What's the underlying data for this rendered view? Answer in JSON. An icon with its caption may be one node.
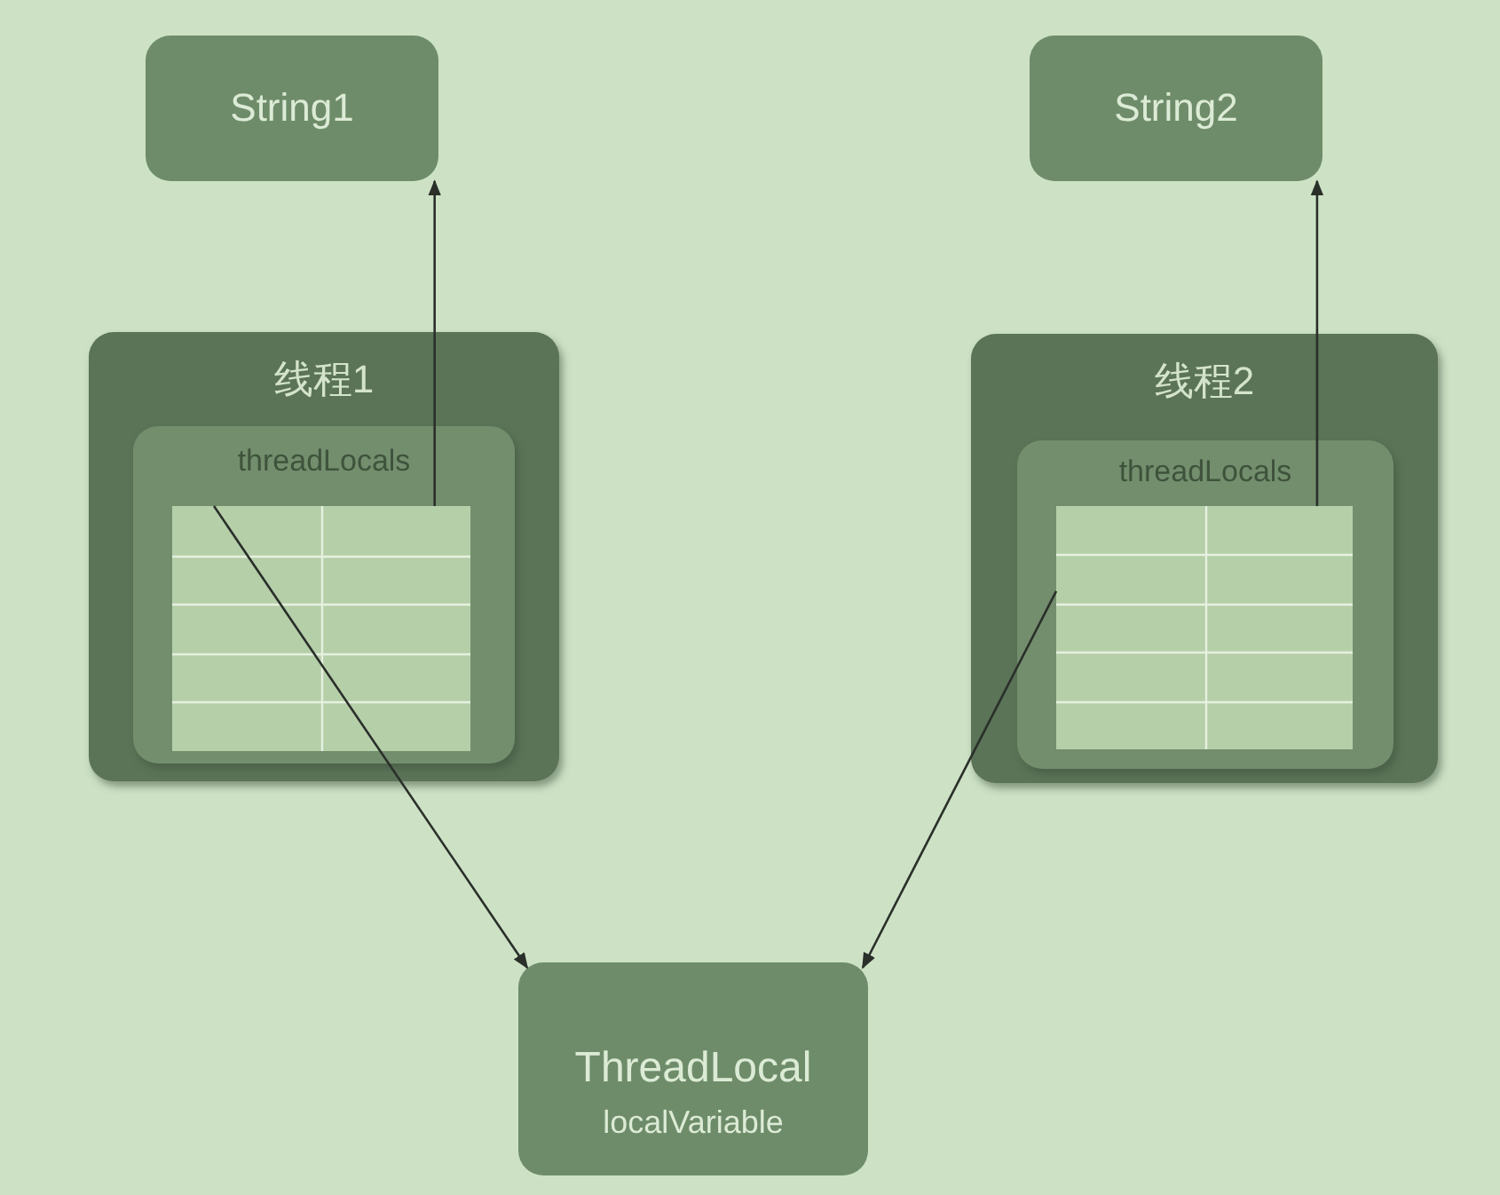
{
  "diagram": {
    "nodes": [
      {
        "text": [
          "String1"
        ]
      },
      {
        "text": [
          "String2"
        ]
      },
      {
        "text": [
          "线程1"
        ]
      },
      {
        "text": [
          "threadLocals"
        ],
        "in": 2
      },
      {
        "text": [],
        "shape": "box",
        "in": 3
      },
      {
        "text": [
          "线程2"
        ]
      },
      {
        "text": [
          "threadLocals"
        ],
        "in": 5
      },
      {
        "text": [],
        "shape": "box",
        "in": 6
      },
      {
        "text": [
          "ThreadLocal",
          "localVariable"
        ]
      }
    ],
    "edges": [
      {
        "from": 4,
        "to": 0,
        "arrow": "to"
      },
      {
        "from": 4,
        "to": 8,
        "arrow": "to"
      },
      {
        "from": 7,
        "to": 1,
        "arrow": "to"
      },
      {
        "from": 7,
        "to": 8,
        "arrow": "to"
      }
    ]
  }
}
